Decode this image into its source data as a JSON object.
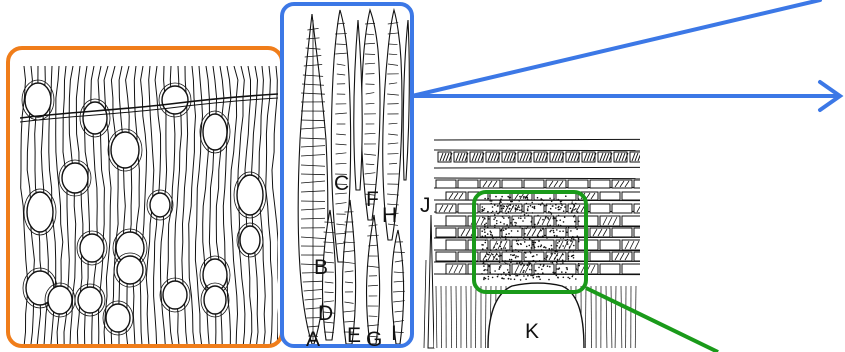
{
  "figure": {
    "labels": {
      "a": "A",
      "b": "B",
      "c": "C",
      "d": "D",
      "e": "E",
      "f": "F",
      "g": "G",
      "h": "H",
      "i": "I",
      "j": "J",
      "k": "K"
    },
    "colors": {
      "orange_box": "#f07d1a",
      "blue_box": "#3c78e6",
      "green_box": "#1a9a1a",
      "ink": "#111111",
      "background": "#ffffff"
    },
    "icons": [
      "wood-vessel-section",
      "fiber-cell-diagram",
      "pit-membrane-detail"
    ]
  }
}
